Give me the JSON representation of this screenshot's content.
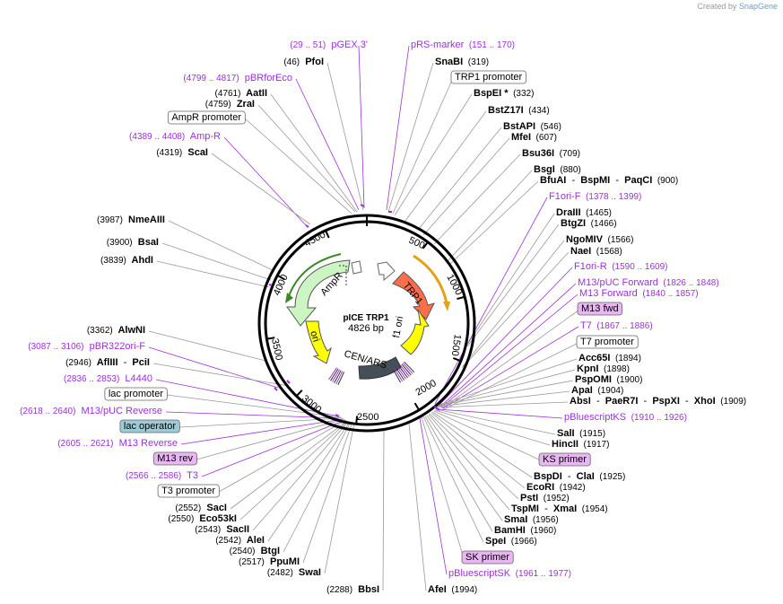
{
  "credit": {
    "prefix": "Created by",
    "brand": "SnapGene"
  },
  "plasmid": {
    "name": "pICE TRP1",
    "size": "4826 bp"
  },
  "ruler": [
    {
      "text": "500"
    },
    {
      "text": "1000"
    },
    {
      "text": "1500"
    },
    {
      "text": "2000"
    },
    {
      "text": "2500"
    },
    {
      "text": "3000"
    },
    {
      "text": "3500"
    },
    {
      "text": "4000"
    },
    {
      "text": "4500"
    }
  ],
  "features": {
    "trp1": "TRP1",
    "ampr": "AmpR",
    "ori": "ori",
    "f1ori": "f1 ori",
    "cenars": "CEN/ARS"
  },
  "labels": [
    {
      "id": "pgex3",
      "parts": [
        [
          "(29 .. 51)",
          "coordp"
        ],
        [
          "  pGEX 3'",
          "pur"
        ]
      ]
    },
    {
      "id": "pfoi",
      "parts": [
        [
          "(46)",
          "coord"
        ],
        [
          "  PfoI",
          "b"
        ]
      ]
    },
    {
      "id": "pbrforeco",
      "parts": [
        [
          "(4799 .. 4817)",
          "coordp"
        ],
        [
          "  pBRforEco",
          "pur"
        ]
      ]
    },
    {
      "id": "aatii",
      "parts": [
        [
          "(4761)",
          "coord"
        ],
        [
          "  AatII",
          "b"
        ]
      ]
    },
    {
      "id": "zrai",
      "parts": [
        [
          "(4759)",
          "coord"
        ],
        [
          "  ZraI",
          "b"
        ]
      ]
    },
    {
      "id": "amprprom",
      "parts": [
        [
          "AmpR promoter",
          "box"
        ]
      ]
    },
    {
      "id": "ampr",
      "parts": [
        [
          "(4389 .. 4408)",
          "coordp"
        ],
        [
          "  Amp-R",
          "pur"
        ]
      ]
    },
    {
      "id": "scai",
      "parts": [
        [
          "(4319)",
          "coord"
        ],
        [
          "  ScaI",
          "b"
        ]
      ]
    },
    {
      "id": "nmeaiii",
      "parts": [
        [
          "(3987)",
          "coord"
        ],
        [
          "  NmeAIII",
          "b"
        ]
      ]
    },
    {
      "id": "bsai",
      "parts": [
        [
          "(3900)",
          "coord"
        ],
        [
          "  BsaI",
          "b"
        ]
      ]
    },
    {
      "id": "ahdi",
      "parts": [
        [
          "(3839)",
          "coord"
        ],
        [
          "  AhdI",
          "b"
        ]
      ]
    },
    {
      "id": "alwni",
      "parts": [
        [
          "(3362)",
          "coord"
        ],
        [
          "  AlwNI",
          "b"
        ]
      ]
    },
    {
      "id": "pbr322",
      "parts": [
        [
          "(3087 .. 3106)",
          "coordp"
        ],
        [
          "  pBR322ori-F",
          "pur"
        ]
      ]
    },
    {
      "id": "afliii",
      "parts": [
        [
          "(2946)",
          "coord"
        ],
        [
          "  AflIII",
          "b"
        ],
        [
          "  -  ",
          ""
        ],
        [
          "PciI",
          "b"
        ]
      ]
    },
    {
      "id": "l4440",
      "parts": [
        [
          "(2836 .. 2853)",
          "coordp"
        ],
        [
          "  L4440",
          "pur"
        ]
      ]
    },
    {
      "id": "lacprom",
      "parts": [
        [
          "lac promoter",
          "box"
        ]
      ]
    },
    {
      "id": "m13pucrev",
      "parts": [
        [
          "(2618 .. 2640)",
          "coordp"
        ],
        [
          "  M13/pUC Reverse",
          "pur"
        ]
      ]
    },
    {
      "id": "lacop",
      "parts": [
        [
          "lac operator",
          "boxblue"
        ]
      ]
    },
    {
      "id": "m13reverse",
      "parts": [
        [
          "(2605 .. 2621)",
          "coordp"
        ],
        [
          "  M13 Reverse",
          "pur"
        ]
      ]
    },
    {
      "id": "m13rev",
      "parts": [
        [
          "M13 rev",
          "boxpur"
        ]
      ]
    },
    {
      "id": "t3",
      "parts": [
        [
          "(2566 .. 2586)",
          "coordp"
        ],
        [
          "  T3",
          "pur"
        ]
      ]
    },
    {
      "id": "t3prom",
      "parts": [
        [
          "T3 promoter",
          "box"
        ]
      ]
    },
    {
      "id": "saci",
      "parts": [
        [
          "(2552)",
          "coord"
        ],
        [
          "  SacI",
          "b"
        ]
      ]
    },
    {
      "id": "eco53ki",
      "parts": [
        [
          "(2550)",
          "coord"
        ],
        [
          "  Eco53kI",
          "b"
        ]
      ]
    },
    {
      "id": "sacii",
      "parts": [
        [
          "(2543)",
          "coord"
        ],
        [
          "  SacII",
          "b"
        ]
      ]
    },
    {
      "id": "alei",
      "parts": [
        [
          "(2542)",
          "coord"
        ],
        [
          "  AleI",
          "b"
        ]
      ]
    },
    {
      "id": "btgi",
      "parts": [
        [
          "(2540)",
          "coord"
        ],
        [
          "  BtgI",
          "b"
        ]
      ]
    },
    {
      "id": "ppumi",
      "parts": [
        [
          "(2517)",
          "coord"
        ],
        [
          "  PpuMI",
          "b"
        ]
      ]
    },
    {
      "id": "swai",
      "parts": [
        [
          "(2482)",
          "coord"
        ],
        [
          "  SwaI",
          "b"
        ]
      ]
    },
    {
      "id": "bbsi",
      "parts": [
        [
          "(2288)",
          "coord"
        ],
        [
          "  BbsI",
          "b"
        ]
      ]
    },
    {
      "id": "prsmarker",
      "parts": [
        [
          "pRS-marker",
          "pur"
        ],
        [
          "  (151 .. 170)",
          "coordp"
        ]
      ]
    },
    {
      "id": "snabi",
      "parts": [
        [
          "SnaBI",
          "b"
        ],
        [
          "  (319)",
          "coord"
        ]
      ]
    },
    {
      "id": "trp1prom",
      "parts": [
        [
          "TRP1 promoter",
          "box"
        ]
      ]
    },
    {
      "id": "bspei",
      "parts": [
        [
          "BspEI *",
          "b"
        ],
        [
          "  (332)",
          "coord"
        ]
      ]
    },
    {
      "id": "bstz17i",
      "parts": [
        [
          "BstZ17I",
          "b"
        ],
        [
          "  (434)",
          "coord"
        ]
      ]
    },
    {
      "id": "bstapi",
      "parts": [
        [
          "BstAPI",
          "b"
        ],
        [
          "  (546)",
          "coord"
        ]
      ]
    },
    {
      "id": "mfei",
      "parts": [
        [
          "MfeI",
          "b"
        ],
        [
          "  (607)",
          "coord"
        ]
      ]
    },
    {
      "id": "bsu36i",
      "parts": [
        [
          "Bsu36I",
          "b"
        ],
        [
          "  (709)",
          "coord"
        ]
      ]
    },
    {
      "id": "bsgi",
      "parts": [
        [
          "BsgI",
          "b"
        ],
        [
          "  (880)",
          "coord"
        ]
      ]
    },
    {
      "id": "bfuai",
      "parts": [
        [
          "BfuAI",
          "b"
        ],
        [
          "  -  ",
          ""
        ],
        [
          "BspMI",
          "b"
        ],
        [
          "  -  ",
          ""
        ],
        [
          "PaqCI",
          "b"
        ],
        [
          "  (900)",
          "coord"
        ]
      ]
    },
    {
      "id": "f1orif",
      "parts": [
        [
          "F1ori-F",
          "pur"
        ],
        [
          "  (1378 .. 1399)",
          "coordp"
        ]
      ]
    },
    {
      "id": "draiii",
      "parts": [
        [
          "DraIII",
          "b"
        ],
        [
          "  (1465)",
          "coord"
        ]
      ]
    },
    {
      "id": "btgzi",
      "parts": [
        [
          "BtgZI",
          "b"
        ],
        [
          "  (1466)",
          "coord"
        ]
      ]
    },
    {
      "id": "ngomiv",
      "parts": [
        [
          "NgoMIV",
          "b"
        ],
        [
          "  (1566)",
          "coord"
        ]
      ]
    },
    {
      "id": "naei",
      "parts": [
        [
          "NaeI",
          "b"
        ],
        [
          "  (1568)",
          "coord"
        ]
      ]
    },
    {
      "id": "f1orir",
      "parts": [
        [
          "F1ori-R",
          "pur"
        ],
        [
          "  (1590 .. 1609)",
          "coordp"
        ]
      ]
    },
    {
      "id": "m13pucfwd",
      "parts": [
        [
          "M13/pUC Forward",
          "pur"
        ],
        [
          "  (1826 .. 1848)",
          "coordp"
        ]
      ]
    },
    {
      "id": "m13forward",
      "parts": [
        [
          "M13 Forward",
          "pur"
        ],
        [
          "  (1840 .. 1857)",
          "coordp"
        ]
      ]
    },
    {
      "id": "m13fwd",
      "parts": [
        [
          "M13 fwd",
          "boxpur"
        ]
      ]
    },
    {
      "id": "t7",
      "parts": [
        [
          "T7",
          "pur"
        ],
        [
          "  (1867 .. 1886)",
          "coordp"
        ]
      ]
    },
    {
      "id": "t7prom",
      "parts": [
        [
          "T7 promoter",
          "box"
        ]
      ]
    },
    {
      "id": "acc65i",
      "parts": [
        [
          "Acc65I",
          "b"
        ],
        [
          "  (1894)",
          "coord"
        ]
      ]
    },
    {
      "id": "kpni",
      "parts": [
        [
          "KpnI",
          "b"
        ],
        [
          "  (1898)",
          "coord"
        ]
      ]
    },
    {
      "id": "pspomi",
      "parts": [
        [
          "PspOMI",
          "b"
        ],
        [
          "  (1900)",
          "coord"
        ]
      ]
    },
    {
      "id": "apai",
      "parts": [
        [
          "ApaI",
          "b"
        ],
        [
          "  (1904)",
          "coord"
        ]
      ]
    },
    {
      "id": "absi",
      "parts": [
        [
          "AbsI",
          "b"
        ],
        [
          "  -  ",
          ""
        ],
        [
          "PaeR7I",
          "b"
        ],
        [
          "  -  ",
          ""
        ],
        [
          "PspXI",
          "b"
        ],
        [
          "  -  ",
          ""
        ],
        [
          "XhoI",
          "b"
        ],
        [
          "  (1909)",
          "coord"
        ]
      ]
    },
    {
      "id": "pbluescriptks",
      "parts": [
        [
          "pBluescriptKS",
          "pur"
        ],
        [
          "  (1910 .. 1926)",
          "coordp"
        ]
      ]
    },
    {
      "id": "sali",
      "parts": [
        [
          "SalI",
          "b"
        ],
        [
          "  (1915)",
          "coord"
        ]
      ]
    },
    {
      "id": "hincii",
      "parts": [
        [
          "HincII",
          "b"
        ],
        [
          "  (1917)",
          "coord"
        ]
      ]
    },
    {
      "id": "ksprimer",
      "parts": [
        [
          "KS primer",
          "boxpur"
        ]
      ]
    },
    {
      "id": "bspdi",
      "parts": [
        [
          "BspDI",
          "b"
        ],
        [
          "  -  ",
          ""
        ],
        [
          "ClaI",
          "b"
        ],
        [
          "  (1925)",
          "coord"
        ]
      ]
    },
    {
      "id": "ecori",
      "parts": [
        [
          "EcoRI",
          "b"
        ],
        [
          "  (1942)",
          "coord"
        ]
      ]
    },
    {
      "id": "psti",
      "parts": [
        [
          "PstI",
          "b"
        ],
        [
          "  (1952)",
          "coord"
        ]
      ]
    },
    {
      "id": "tspmi",
      "parts": [
        [
          "TspMI",
          "b"
        ],
        [
          "  -  ",
          ""
        ],
        [
          "XmaI",
          "b"
        ],
        [
          "  (1954)",
          "coord"
        ]
      ]
    },
    {
      "id": "smai",
      "parts": [
        [
          "SmaI",
          "b"
        ],
        [
          "  (1956)",
          "coord"
        ]
      ]
    },
    {
      "id": "bamhi",
      "parts": [
        [
          "BamHI",
          "b"
        ],
        [
          "  (1960)",
          "coord"
        ]
      ]
    },
    {
      "id": "spei",
      "parts": [
        [
          "SpeI",
          "b"
        ],
        [
          "  (1966)",
          "coord"
        ]
      ]
    },
    {
      "id": "skprimer",
      "parts": [
        [
          "SK primer",
          "boxpur"
        ]
      ]
    },
    {
      "id": "pbluescriptsk",
      "parts": [
        [
          "pBluescriptSK",
          "pur"
        ],
        [
          "  (1961 .. 1977)",
          "coordp"
        ]
      ]
    },
    {
      "id": "afei",
      "parts": [
        [
          "AfeI",
          "b"
        ],
        [
          "  (1994)",
          "coord"
        ]
      ]
    }
  ]
}
